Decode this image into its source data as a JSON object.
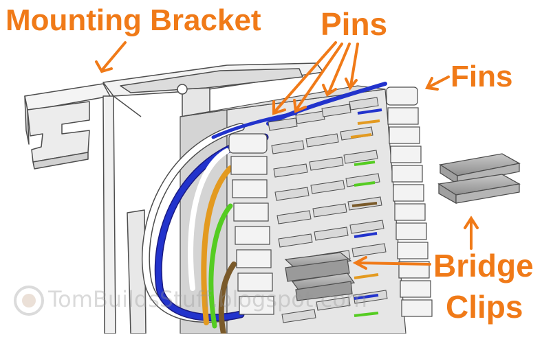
{
  "labels": {
    "mounting_bracket": "Mounting Bracket",
    "pins": "Pins",
    "fins": "Fins",
    "bridge_line1": "Bridge",
    "bridge_line2": "Clips"
  },
  "watermark": "TomBuildsStuff.blogspot.com",
  "colors": {
    "label": "#f07a18",
    "block": "#eeeeee",
    "outline": "#4d4d4d",
    "wire_blue": "#2233cc",
    "wire_orange": "#e39a20",
    "wire_green": "#55cc22",
    "wire_brown": "#7a5a2a",
    "wire_white": "#ffffff"
  }
}
